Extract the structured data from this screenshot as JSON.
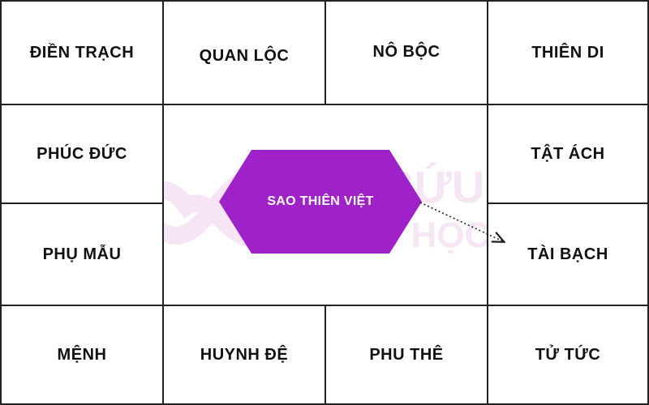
{
  "colors": {
    "hexagon_fill": "#9f22c9",
    "border": "#222222",
    "watermark": "#c13fb5"
  },
  "center": {
    "label": "SAO THIÊN VIỆT"
  },
  "watermark": {
    "line1": "CỨU",
    "line2": "Ố HỌC"
  },
  "palaces": {
    "dien_trach": "ĐIỀN TRẠCH",
    "quan_loc": "QUAN LỘC",
    "no_boc": "NÔ BỘC",
    "thien_di": "THIÊN DI",
    "phuc_duc": "PHÚC ĐỨC",
    "tat_ach": "TẬT ÁCH",
    "phu_mau": "PHỤ MẪU",
    "tai_bach": "TÀI BẠCH",
    "menh": "MỆNH",
    "huynh_de": "HUYNH ĐỆ",
    "phu_the": "PHU THÊ",
    "tu_tuc": "TỬ TỨC"
  }
}
